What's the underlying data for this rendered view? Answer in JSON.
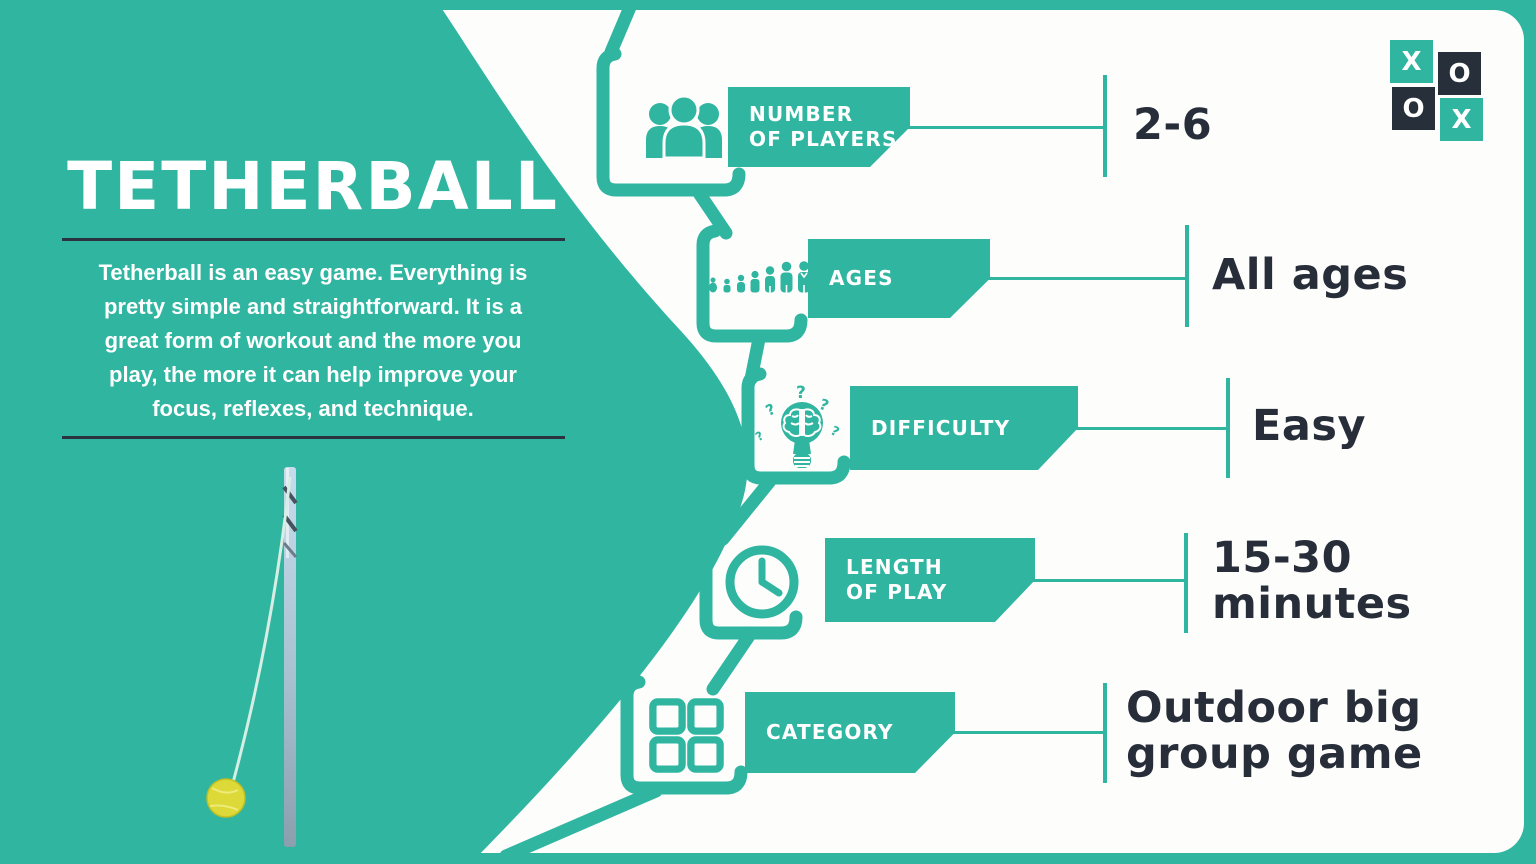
{
  "title": "TETHERBALL",
  "description_lines": [
    "Tetherball is an easy game. Everything is",
    "pretty simple and straightforward. It is a",
    "great form of workout and the more you",
    "play, the more it can help improve your",
    "focus, reflexes, and technique."
  ],
  "rows": [
    {
      "id": "number-of-players",
      "icon": "players-icon",
      "label_lines": [
        "NUMBER",
        "OF PLAYERS"
      ],
      "value_lines": [
        "2-6"
      ]
    },
    {
      "id": "ages",
      "icon": "ages-icon",
      "label_lines": [
        "AGES"
      ],
      "value_lines": [
        "All ages"
      ]
    },
    {
      "id": "difficulty",
      "icon": "difficulty-icon",
      "label_lines": [
        "DIFFICULTY"
      ],
      "value_lines": [
        "Easy"
      ]
    },
    {
      "id": "length-of-play",
      "icon": "clock-icon",
      "label_lines": [
        "LENGTH",
        "OF PLAY"
      ],
      "value_lines": [
        "15-30",
        "minutes"
      ]
    },
    {
      "id": "category",
      "icon": "category-icon",
      "label_lines": [
        "CATEGORY"
      ],
      "value_lines": [
        "Outdoor big",
        "group game"
      ]
    }
  ],
  "logo": {
    "cells": [
      {
        "letter": "X",
        "variant": "teal"
      },
      {
        "letter": "O",
        "variant": "dark"
      },
      {
        "letter": "O",
        "variant": "dark"
      },
      {
        "letter": "X",
        "variant": "teal"
      }
    ]
  },
  "colors": {
    "teal": "#2fb5a0",
    "dark_text": "#272e3a",
    "panel": "#fdfdfc"
  }
}
